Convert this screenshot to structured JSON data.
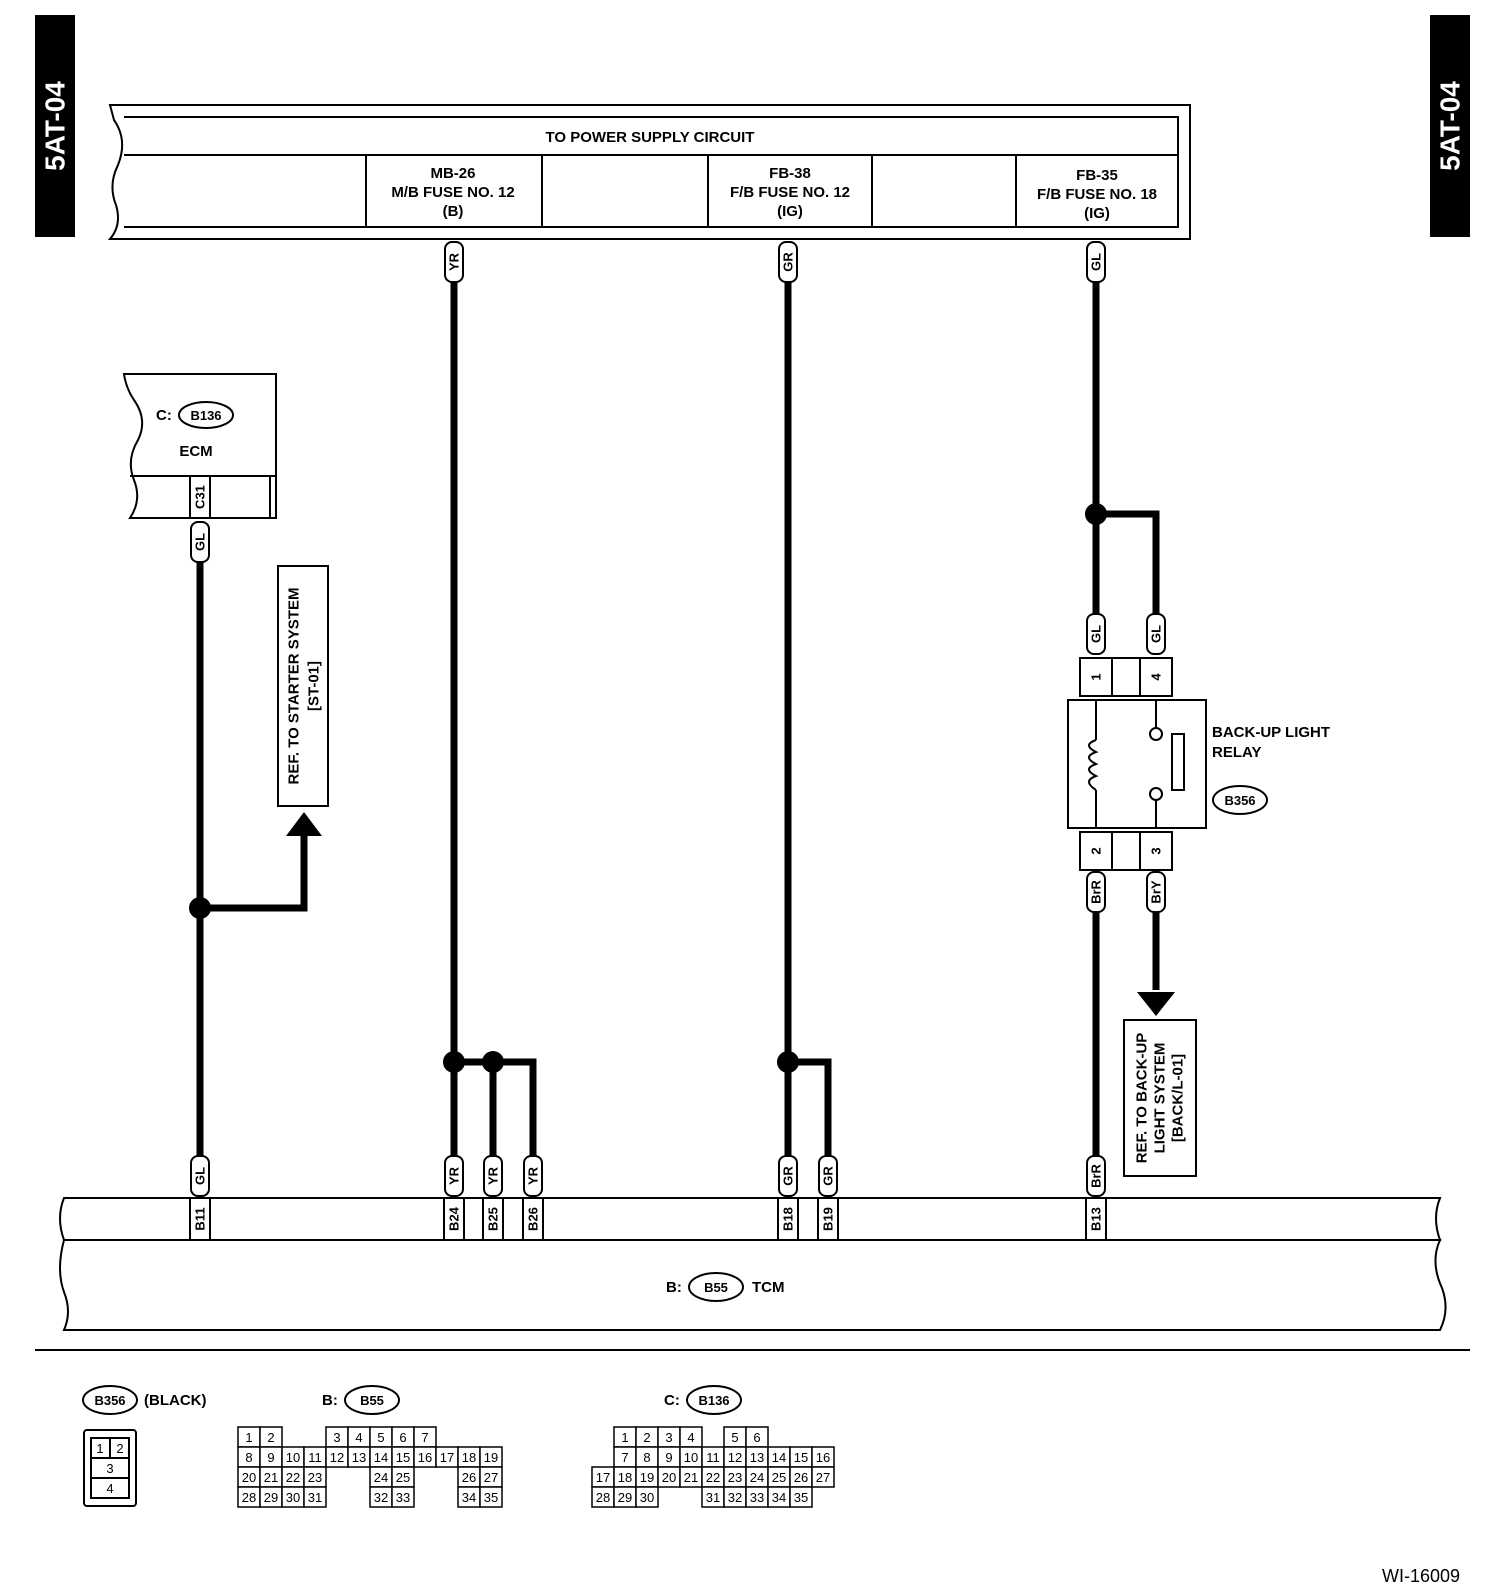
{
  "section_code": "5AT-04",
  "power_supply": {
    "title": "TO POWER SUPPLY CIRCUIT",
    "fuses": [
      {
        "name": "MB-26",
        "desc": "M/B FUSE NO. 12",
        "mode": "(B)",
        "wire": "YR"
      },
      {
        "name": "FB-38",
        "desc": "F/B FUSE NO. 12",
        "mode": "(IG)",
        "wire": "GR"
      },
      {
        "name": "FB-35",
        "desc": "F/B FUSE NO. 18",
        "mode": "(IG)",
        "wire": "GL"
      }
    ]
  },
  "ecm": {
    "prefix": "C:",
    "connector": "B136",
    "label": "ECM",
    "pin": "C31",
    "wire": "GL"
  },
  "starter_ref": {
    "line1": "REF. TO STARTER SYSTEM",
    "line2": "[ST-01]"
  },
  "relay": {
    "label_line1": "BACK-UP LIGHT",
    "label_line2": "RELAY",
    "connector": "B356",
    "top_pins": [
      "1",
      "4"
    ],
    "bottom_pins": [
      "2",
      "3"
    ],
    "top_wires": [
      "GL",
      "GL"
    ],
    "bottom_wires": [
      "BrR",
      "BrY"
    ]
  },
  "backup_ref": {
    "line1": "REF. TO BACK-UP",
    "line2": "LIGHT SYSTEM",
    "line3": "[BACK/L-01]"
  },
  "tcm": {
    "prefix": "B:",
    "connector": "B55",
    "label": "TCM",
    "pins": [
      {
        "pin": "B11",
        "wire": "GL"
      },
      {
        "pin": "B24",
        "wire": "YR"
      },
      {
        "pin": "B25",
        "wire": "YR"
      },
      {
        "pin": "B26",
        "wire": "YR"
      },
      {
        "pin": "B18",
        "wire": "GR"
      },
      {
        "pin": "B19",
        "wire": "GR"
      },
      {
        "pin": "B13",
        "wire": "BrR"
      }
    ]
  },
  "connector_views": {
    "b356": {
      "id": "B356",
      "color": "(BLACK)",
      "pins": [
        "1",
        "2",
        "3",
        "4"
      ]
    },
    "b55": {
      "prefix": "B:",
      "id": "B55",
      "rows": [
        [
          "1",
          "2",
          "",
          "",
          "3",
          "4",
          "5",
          "6",
          "7"
        ],
        [
          "8",
          "9",
          "10",
          "11",
          "12",
          "13",
          "14",
          "15",
          "16",
          "17",
          "18",
          "19"
        ],
        [
          "20",
          "21",
          "22",
          "23",
          "",
          "",
          "24",
          "25",
          "",
          "",
          "26",
          "27"
        ],
        [
          "28",
          "29",
          "30",
          "31",
          "",
          "",
          "32",
          "33",
          "",
          "",
          "34",
          "35"
        ]
      ]
    },
    "b136": {
      "prefix": "C:",
      "id": "B136",
      "rows": [
        [
          "",
          "1",
          "2",
          "3",
          "4",
          "",
          "5",
          "6"
        ],
        [
          "",
          "7",
          "8",
          "9",
          "10",
          "11",
          "12",
          "13",
          "14",
          "15",
          "16"
        ],
        [
          "17",
          "18",
          "19",
          "20",
          "21",
          "22",
          "23",
          "24",
          "25",
          "26",
          "27"
        ],
        [
          "28",
          "29",
          "30",
          "",
          "",
          "31",
          "32",
          "33",
          "34",
          "35"
        ]
      ]
    }
  },
  "figure_id": "WI-16009"
}
